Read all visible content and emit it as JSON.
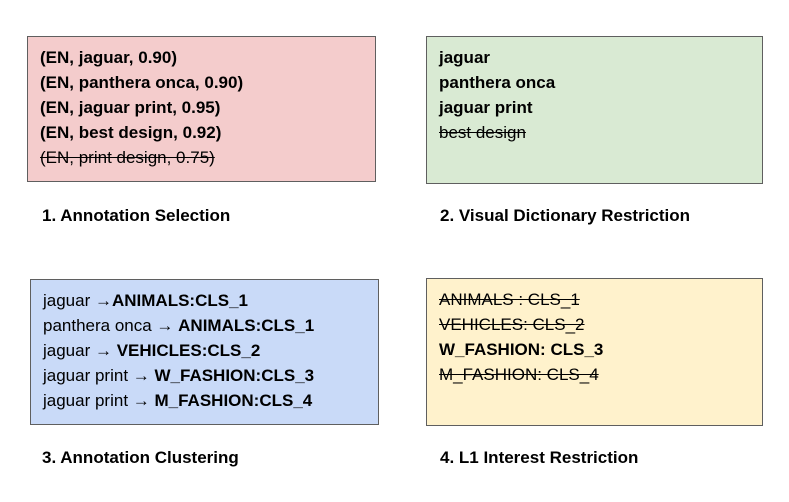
{
  "colors": {
    "box1_fill": "#f4cccc",
    "box2_fill": "#d9ead3",
    "box3_fill": "#c9daf8",
    "box4_fill": "#fff2cc",
    "border": "#5f5f5f"
  },
  "annotation_selection": {
    "caption": "1. Annotation Selection",
    "lines": [
      "(EN, jaguar, 0.90)",
      "(EN, panthera onca, 0.90)",
      "(EN, jaguar print, 0.95)",
      "(EN, best design, 0.92)",
      "(EN, print design, 0.75)"
    ]
  },
  "visual_dictionary_restriction": {
    "caption": "2. Visual Dictionary Restriction",
    "lines": [
      "jaguar",
      "panthera onca",
      "jaguar print",
      "best design"
    ]
  },
  "annotation_clustering": {
    "caption": "3. Annotation Clustering",
    "lines": [
      {
        "term": "jaguar →",
        "cluster": "ANIMALS:CLS_1"
      },
      {
        "term": "panthera onca → ",
        "cluster": "ANIMALS:CLS_1"
      },
      {
        "term": "jaguar → ",
        "cluster": "VEHICLES:CLS_2"
      },
      {
        "term": "jaguar print → ",
        "cluster": "W_FASHION:CLS_3"
      },
      {
        "term": "jaguar print → ",
        "cluster": "M_FASHION:CLS_4"
      }
    ]
  },
  "l1_interest_restriction": {
    "caption": "4. L1 Interest Restriction",
    "lines": [
      "ANIMALS : CLS_1",
      "VEHICLES: CLS_2",
      "W_FASHION: CLS_3",
      "M_FASHION: CLS_4"
    ]
  }
}
